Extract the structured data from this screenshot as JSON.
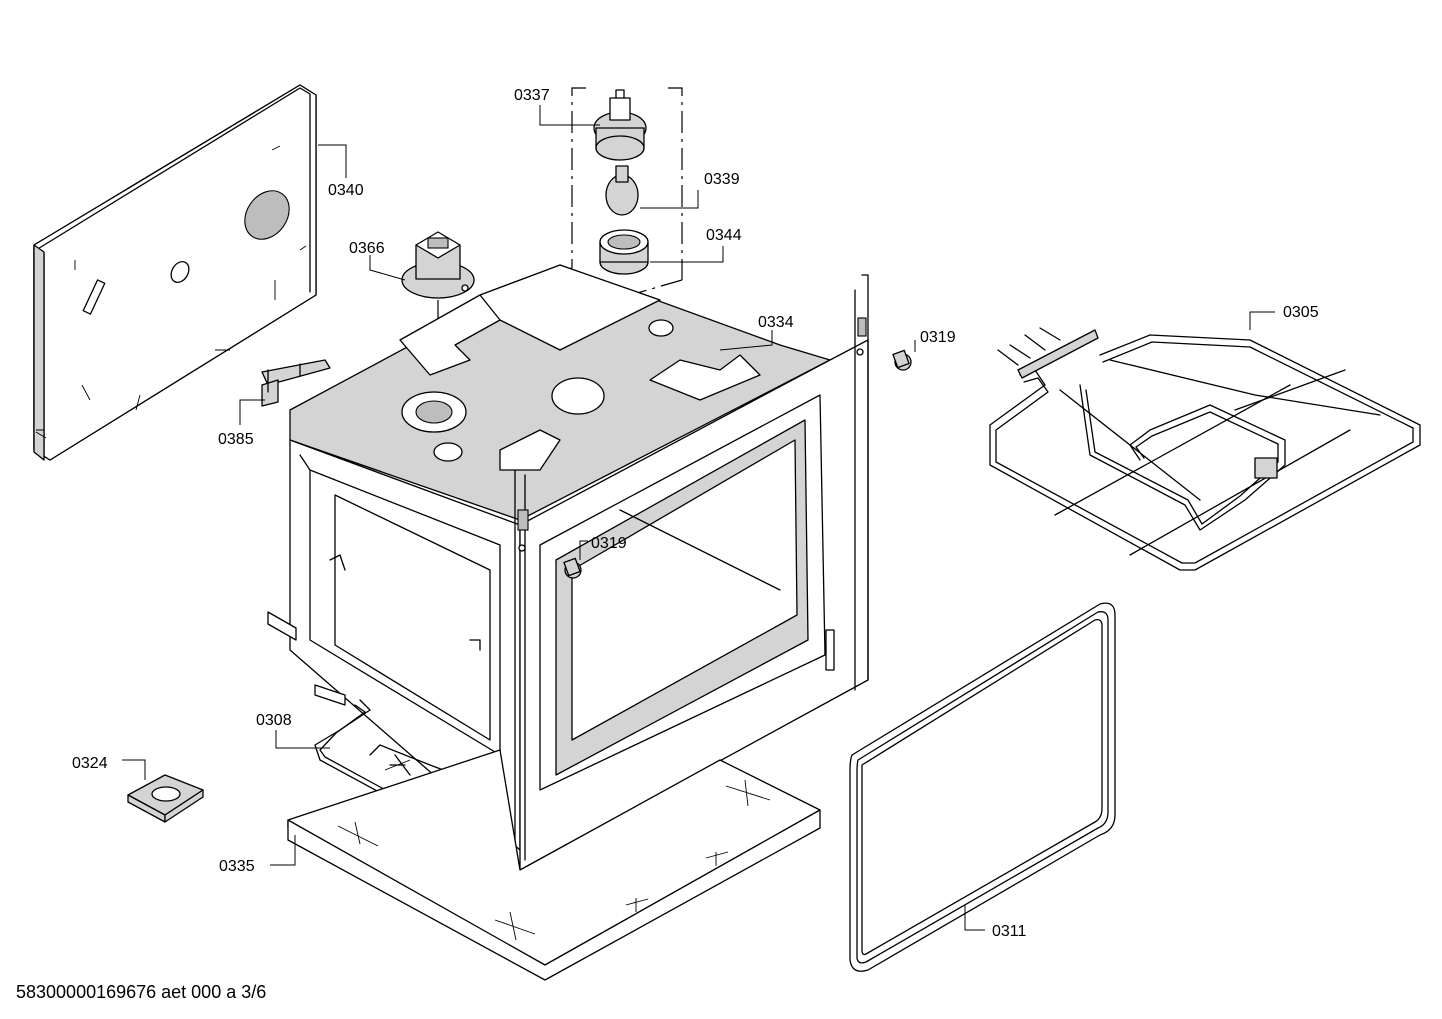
{
  "parts": [
    {
      "id": "0337"
    },
    {
      "id": "0339"
    },
    {
      "id": "0344"
    },
    {
      "id": "0340"
    },
    {
      "id": "0366"
    },
    {
      "id": "0334"
    },
    {
      "id": "0319"
    },
    {
      "id": "0305"
    },
    {
      "id": "0385"
    },
    {
      "id": "0319"
    },
    {
      "id": "0308"
    },
    {
      "id": "0324"
    },
    {
      "id": "0335"
    },
    {
      "id": "0311"
    }
  ],
  "footer": {
    "text": "58300000169676 aet 000 a 3/6"
  }
}
